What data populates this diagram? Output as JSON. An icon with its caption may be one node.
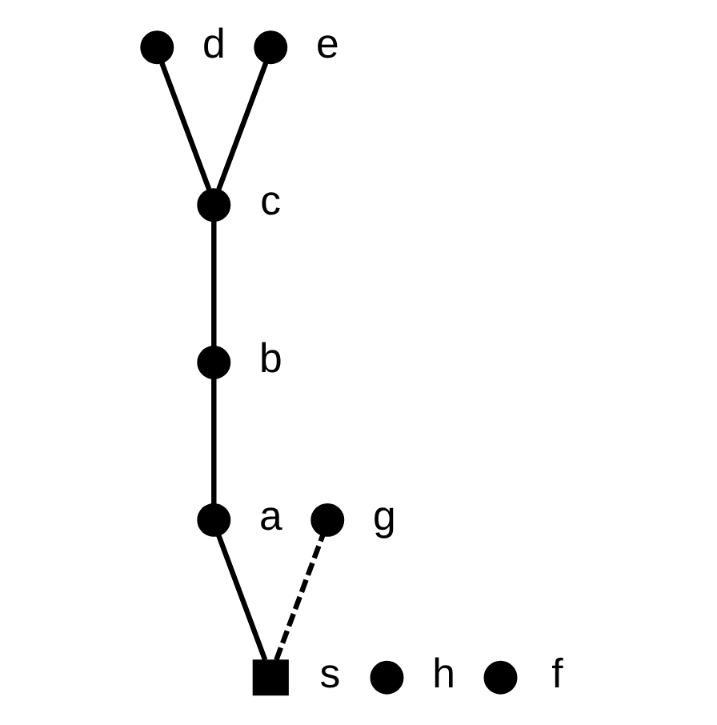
{
  "diagram": {
    "nodes": [
      {
        "text": [],
        "shape": "circle",
        "beside": [
          "d"
        ]
      },
      {
        "text": [],
        "shape": "circle",
        "beside": [
          "h"
        ]
      },
      {
        "text": [],
        "shape": "circle",
        "beside": [
          "b"
        ]
      },
      {
        "text": [],
        "shape": "circle",
        "beside": [
          "c"
        ]
      },
      {
        "text": [],
        "shape": "circle",
        "beside": [
          "e"
        ]
      },
      {
        "text": [],
        "shape": "circle",
        "beside": [
          "a"
        ]
      },
      {
        "text": [],
        "shape": "circle",
        "beside": [
          "g"
        ]
      },
      {
        "text": [],
        "shape": "box",
        "beside": [
          "s"
        ]
      },
      {
        "text": [],
        "shape": "circle",
        "beside": [
          "f"
        ]
      }
    ],
    "edges": [
      {
        "from": 3,
        "to": 0,
        "arrow": "none"
      },
      {
        "from": 2,
        "to": 3,
        "arrow": "none"
      },
      {
        "from": 3,
        "to": 4,
        "arrow": "none"
      },
      {
        "from": 5,
        "to": 2,
        "arrow": "none"
      },
      {
        "from": 7,
        "to": 5,
        "arrow": "none"
      },
      {
        "from": 7,
        "to": 6,
        "arrow": "none",
        "style": "dashed"
      }
    ]
  }
}
